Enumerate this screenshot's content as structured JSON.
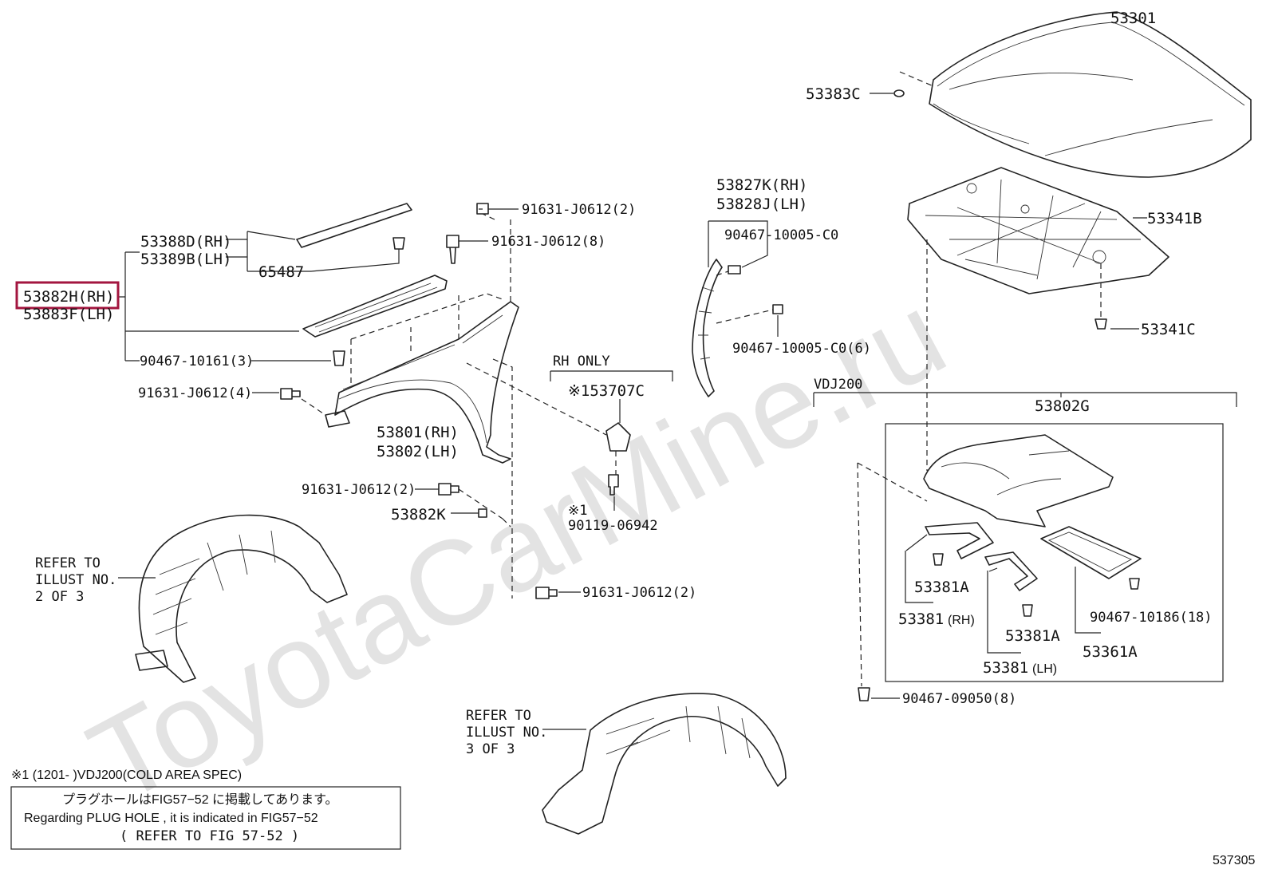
{
  "diagram": {
    "watermark": "ToyotaCarMine.ru",
    "figure_number": "537305",
    "highlighted_part": "53882H(RH)",
    "part_labels": [
      {
        "id": "hood",
        "text": "53301"
      },
      {
        "id": "hood-cushion",
        "text": "53383C"
      },
      {
        "id": "hood-insulator",
        "text": "53341B"
      },
      {
        "id": "insulator-clip",
        "text": "53341C"
      },
      {
        "id": "fender-seal-rh",
        "text": "53827K(RH)"
      },
      {
        "id": "fender-seal-lh",
        "text": "53828J(LH)"
      },
      {
        "id": "clip-90467-10005-c0",
        "text": "90467-10005-C0"
      },
      {
        "id": "clip-90467-10005-c0-6",
        "text": "90467-10005-C0(6)"
      },
      {
        "id": "molding-rh",
        "text": "53388D(RH)"
      },
      {
        "id": "molding-lh",
        "text": "53389B(LH)"
      },
      {
        "id": "clip-65487",
        "text": "65487"
      },
      {
        "id": "seal-rh",
        "text": "53882H(RH)"
      },
      {
        "id": "seal-lh",
        "text": "53883F(LH)"
      },
      {
        "id": "clip-90467-10161",
        "text": "90467-10161(3)"
      },
      {
        "id": "bolt-91631-j0612-2-top",
        "text": "91631-J0612(2)"
      },
      {
        "id": "bolt-91631-j0612-8",
        "text": "91631-J0612(8)"
      },
      {
        "id": "bolt-91631-j0612-4",
        "text": "91631-J0612(4)"
      },
      {
        "id": "fender-rh",
        "text": "53801(RH)"
      },
      {
        "id": "fender-lh",
        "text": "53802(LH)"
      },
      {
        "id": "rh-only",
        "text": "RH ONLY"
      },
      {
        "id": "bracket-53707c",
        "text": "※153707C"
      },
      {
        "id": "note-mark-1",
        "text": "※1"
      },
      {
        "id": "screw-90119",
        "text": "90119-06942"
      },
      {
        "id": "bolt-91631-j0612-2-mid",
        "text": "91631-J0612(2)"
      },
      {
        "id": "bracket-53882k",
        "text": "53882K"
      },
      {
        "id": "bolt-91631-j0612-2-low",
        "text": "91631-J0612(2)"
      },
      {
        "id": "vdj200",
        "text": "VDJ200"
      },
      {
        "id": "undercover",
        "text": "53802G"
      },
      {
        "id": "seal-53381a-a",
        "text": "53381A"
      },
      {
        "id": "seal-53381-rh",
        "text": "53381"
      },
      {
        "id": "seal-53381-rh-side",
        "text": "(RH)"
      },
      {
        "id": "seal-53381a-b",
        "text": "53381A"
      },
      {
        "id": "seal-53381-lh",
        "text": "53381"
      },
      {
        "id": "seal-53381-lh-side",
        "text": "(LH)"
      },
      {
        "id": "clip-90467-10186",
        "text": "90467-10186(18)"
      },
      {
        "id": "seal-53361a",
        "text": "53361A"
      },
      {
        "id": "clip-90467-09050",
        "text": "90467-09050(8)"
      }
    ],
    "refer_illust_2": [
      "REFER TO",
      "ILLUST NO.",
      "2 OF 3"
    ],
    "refer_illust_3": [
      "REFER TO",
      "ILLUST NO.",
      "3 OF 3"
    ],
    "spec_note": "※1 (1201-     )VDJ200(COLD AREA SPEC)",
    "info_box": {
      "line_jp": "プラグホールはFIG57−52 に掲載してあります。",
      "line_en": "Regarding PLUG HOLE , it is indicated in FIG57−52",
      "line_ref": "(  REFER TO FIG 57-52  )"
    }
  }
}
